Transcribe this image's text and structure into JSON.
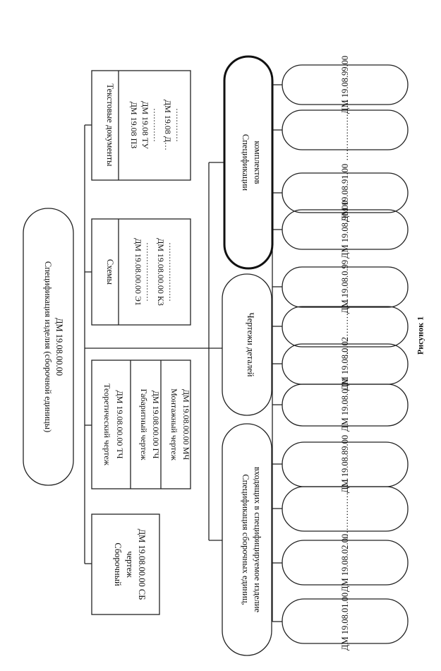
{
  "root": {
    "line1": "Спецификация изделия (сборочной единицы)",
    "line2": "ДМ 19.08.00.00"
  },
  "documents": {
    "assembly": {
      "line1": "Сборочный",
      "line2": "чертеж",
      "line3": "ДМ 19.08.00.00 СБ"
    },
    "drawings": {
      "theoretical": {
        "line1": "Теоретический чертеж",
        "line2": "ДМ 19.08.00.00 ТЧ"
      },
      "overall": {
        "line1": "Габаритный чертеж",
        "line2": "ДМ 19.08.00.00 ГЧ"
      },
      "mounting": {
        "line1": "Монтажный чертеж",
        "line2": "ДМ 19.08.00.00 МЧ"
      }
    },
    "schemes": {
      "title": "Схемы",
      "item1": "ДМ 19.08.00.00 Э1",
      "dots1": "…………………",
      "item2": "ДМ 19.08.00.00 К3",
      "dots2": "…………………"
    },
    "text_docs": {
      "title": "Текстовые документы",
      "item1": "ДМ 19.08 ПЗ",
      "item2": "ДМ 19.08 ТУ",
      "dots1": "…………",
      "item3": "ДМ 19.08 Д…",
      "dots2": "…………"
    }
  },
  "groups": {
    "assembly_specs": {
      "line1": "Спецификация сборочных единиц,",
      "line2": "входящих в специфицируемое изделие",
      "items": [
        "ДМ 19.08.01.00",
        "ДМ 19.08.02.00",
        "…………………",
        "ДМ 19.08.89.00"
      ]
    },
    "part_drawings": {
      "label": "Чертежи деталей",
      "items": [
        "ДМ 19.08.0.01",
        "ДМ 19.08.0.02",
        "…………………",
        "ДМ 19.08.0.99"
      ]
    },
    "kit_specs": {
      "line1": "Спецификации",
      "line2": "комплектов",
      "items": [
        "ДМ 19.08.90.00",
        "ДМ 19.08.91.00",
        "…………………",
        "ДМ 19.08.99.00"
      ]
    }
  },
  "caption": "Рисунок 1"
}
